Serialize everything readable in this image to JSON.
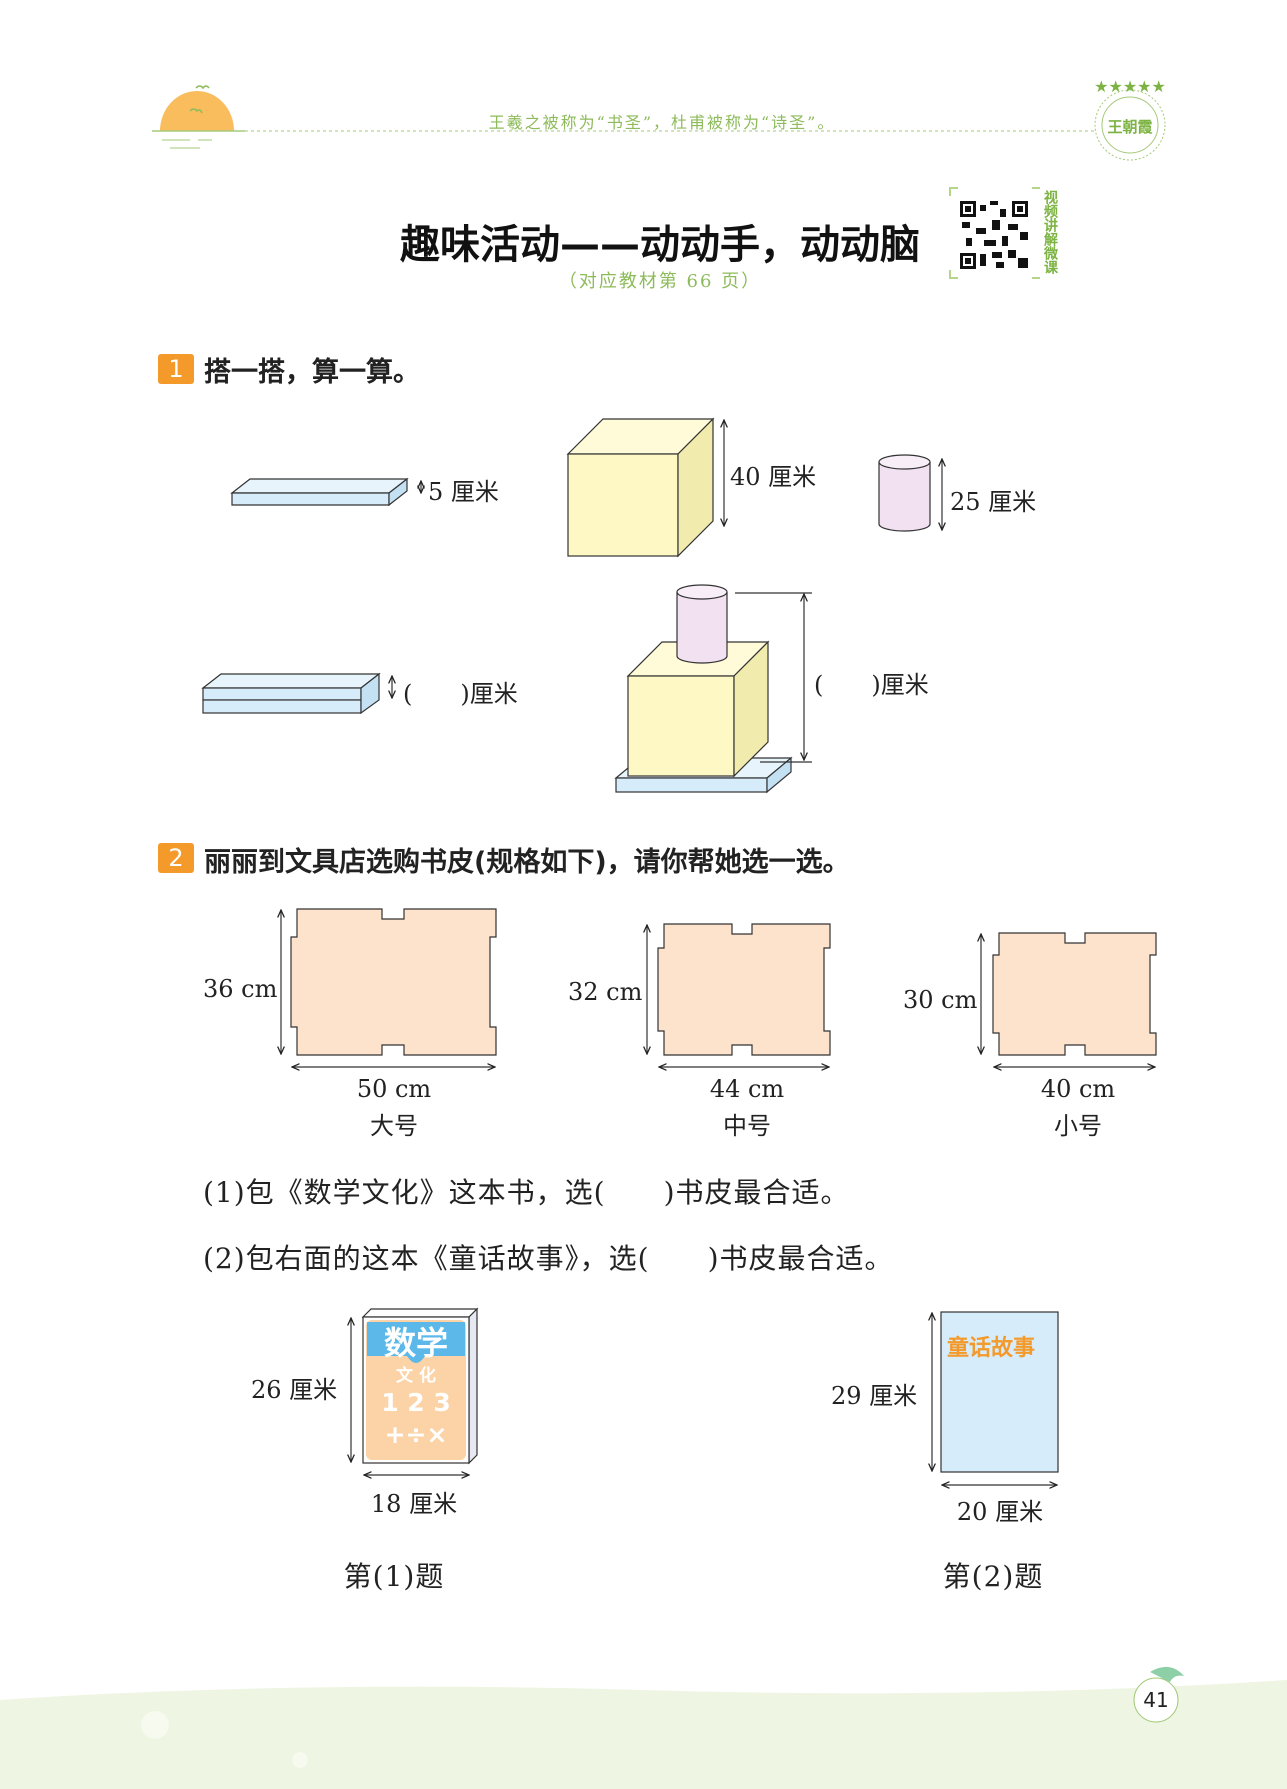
{
  "header": {
    "quote": "王羲之被称为“书圣”，杜甫被称为“诗圣”。",
    "logo_text": "王朝霞"
  },
  "title": "趣味活动——动动手，动动脑",
  "subtitle": "（对应教材第 66 页）",
  "qr_label": "视频讲解微课",
  "q1": {
    "number": "1",
    "text": "搭一搭，算一算。",
    "plate_label": "5 厘米",
    "cube_label": "40 厘米",
    "cylinder_label": "25 厘米",
    "stack_label": "(　　)厘米",
    "combo_label": "(　　)厘米"
  },
  "q2": {
    "number": "2",
    "text": "丽丽到文具店选购书皮(规格如下)，请你帮她选一选。",
    "covers": [
      {
        "height": "36 cm",
        "width": "50 cm",
        "name": "大号"
      },
      {
        "height": "32 cm",
        "width": "44 cm",
        "name": "中号"
      },
      {
        "height": "30 cm",
        "width": "40 cm",
        "name": "小号"
      }
    ],
    "sub1": "(1)包《数学文化》这本书，选(　　)书皮最合适。",
    "sub2": "(2)包右面的这本《童话故事》，选(　　)书皮最合适。",
    "book1": {
      "title": "数学",
      "subtitle": "文 化",
      "nums": "1 2 3",
      "ops": "+÷×",
      "height": "26 厘米",
      "width": "18 厘米",
      "caption": "第(1)题"
    },
    "book2": {
      "title": "童话故事",
      "height": "29 厘米",
      "width": "20 厘米",
      "caption": "第(2)题"
    }
  },
  "page_number": "41",
  "colors": {
    "accent": "#f39a2b",
    "green": "#8dbb5a",
    "cover": "#fde3cc",
    "cube": "#fdf8c4",
    "plate": "#d6ecfa",
    "cylinder": "#f1e1f1"
  }
}
